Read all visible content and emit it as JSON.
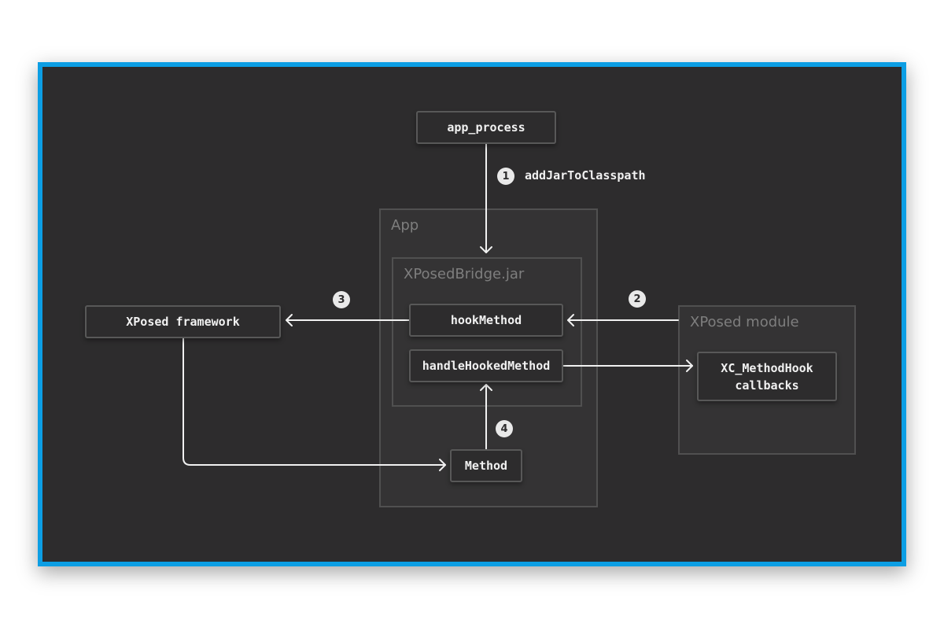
{
  "groups": {
    "app": "App",
    "bridge": "XPosedBridge.jar",
    "module": "XPosed module"
  },
  "nodes": {
    "app_process": "app_process",
    "hook_method": "hookMethod",
    "handle_hooked_method": "handleHookedMethod",
    "xposed_framework": "XPosed framework",
    "method": "Method",
    "xc_method_hook": "XC_MethodHook\ncallbacks"
  },
  "edges": {
    "step1": {
      "number": "1",
      "label": "addJarToClasspath"
    },
    "step2": {
      "number": "2"
    },
    "step3": {
      "number": "3"
    },
    "step4": {
      "number": "4"
    }
  },
  "colors": {
    "frame_border": "#0c9ee4",
    "canvas": "#2d2c2d",
    "line": "#f1f1f1"
  }
}
